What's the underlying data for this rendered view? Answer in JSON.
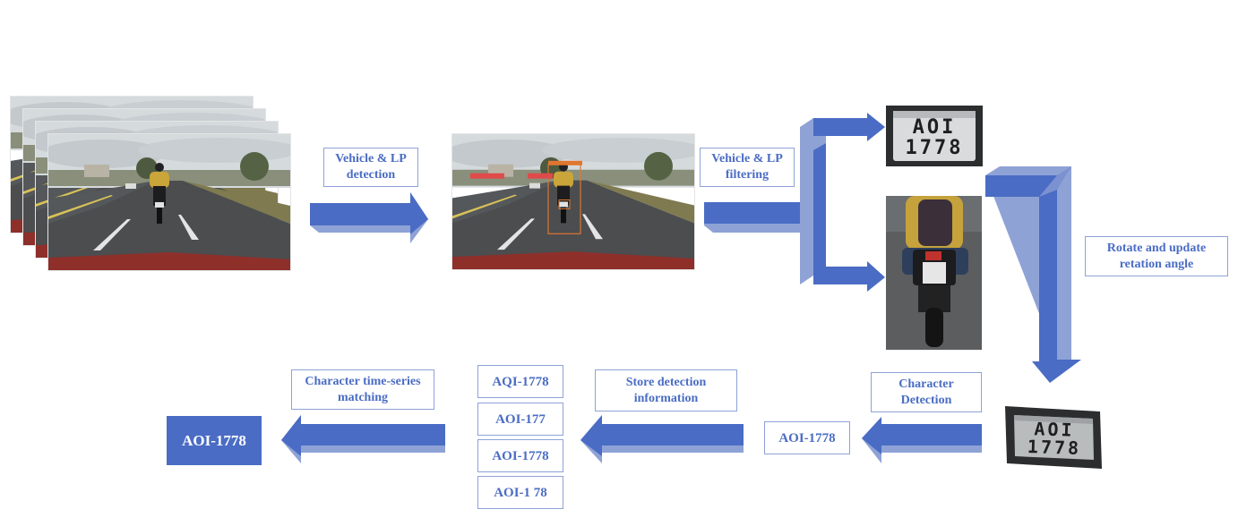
{
  "colors": {
    "arrow_face": "#4a6cc4",
    "arrow_side": "#8ea2d6",
    "label_text": "#4a6cc4",
    "label_border": "#8ea2d6"
  },
  "labels": {
    "vehicle_lp_detection": "Vehicle & LP detection",
    "vehicle_lp_filtering": "Vehicle & LP filtering",
    "rotate_update": "Rotate and update retation angle",
    "character_detection": "Character Detection",
    "store_detection": "Store detection information",
    "character_matching": "Character time-series matching"
  },
  "plate": {
    "line1": "AOI",
    "line2": "1778"
  },
  "detection_result": "AOI-1778",
  "stored_detections": [
    "AQI-1778",
    "AOI-177",
    "AOI-1778",
    "AOI-1 78"
  ],
  "final_result": "AOI-1778"
}
